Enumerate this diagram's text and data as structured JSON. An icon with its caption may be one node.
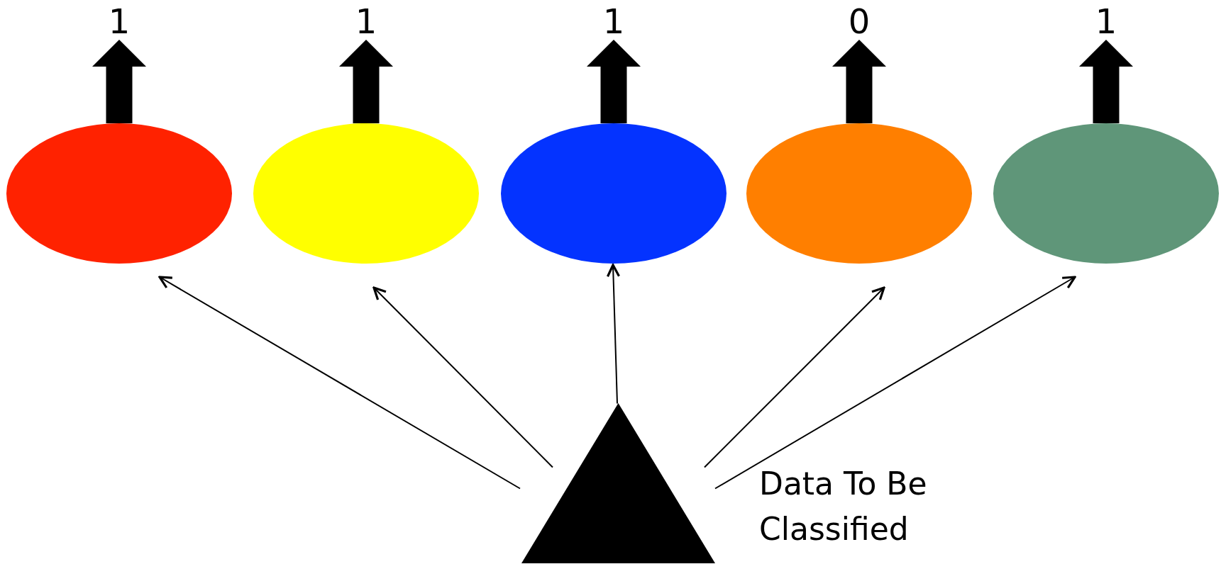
{
  "diagram": {
    "nodes": [
      {
        "text": [
          "1"
        ]
      },
      {
        "text": [
          "1"
        ]
      },
      {
        "text": [
          "1"
        ]
      },
      {
        "text": [
          "0"
        ]
      },
      {
        "text": [
          "1"
        ]
      },
      {
        "text": [],
        "shape": "ellipse"
      },
      {
        "text": [],
        "shape": "ellipse"
      },
      {
        "text": [],
        "shape": "ellipse"
      },
      {
        "text": [],
        "shape": "ellipse"
      },
      {
        "text": [],
        "shape": "ellipse"
      },
      {
        "text": [],
        "shape": "triangle",
        "beside": [
          "Data To Be Classified"
        ]
      }
    ],
    "edges": [
      {
        "from": 10,
        "to": 5,
        "arrow": "to"
      },
      {
        "from": 10,
        "to": 6,
        "arrow": "to"
      },
      {
        "from": 10,
        "to": 7,
        "arrow": "to"
      },
      {
        "from": 10,
        "to": 8,
        "arrow": "to"
      },
      {
        "from": 10,
        "to": 9,
        "arrow": "to"
      },
      {
        "from": 5,
        "to": 0,
        "arrow": "to",
        "style": "thick"
      },
      {
        "from": 6,
        "to": 1,
        "arrow": "to",
        "style": "thick"
      },
      {
        "from": 7,
        "to": 2,
        "arrow": "to",
        "style": "thick"
      },
      {
        "from": 8,
        "to": 3,
        "arrow": "to",
        "style": "thick"
      },
      {
        "from": 9,
        "to": 4,
        "arrow": "to",
        "style": "thick"
      }
    ]
  }
}
